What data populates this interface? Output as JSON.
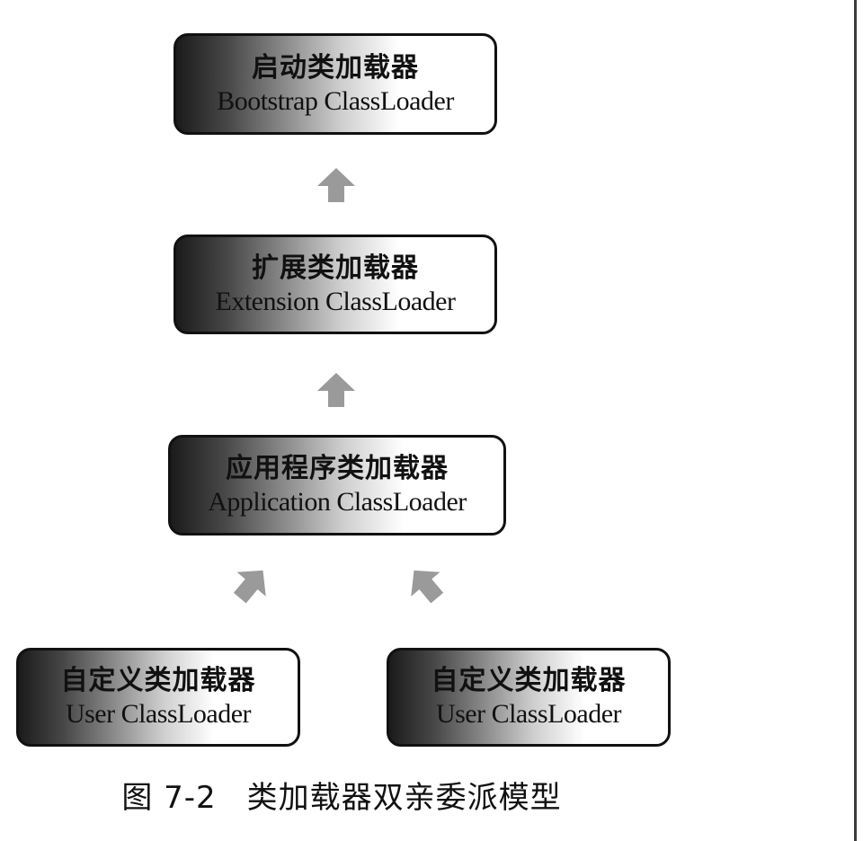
{
  "diagram": {
    "nodes": {
      "bootstrap": {
        "cn": "启动类加载器",
        "en": "Bootstrap ClassLoader"
      },
      "extension": {
        "cn": "扩展类加载器",
        "en": "Extension ClassLoader"
      },
      "application": {
        "cn": "应用程序类加载器",
        "en": "Application ClassLoader"
      },
      "user1": {
        "cn": "自定义类加载器",
        "en": "User ClassLoader"
      },
      "user2": {
        "cn": "自定义类加载器",
        "en": "User ClassLoader"
      }
    },
    "edges": [
      {
        "from": "extension",
        "to": "bootstrap"
      },
      {
        "from": "application",
        "to": "extension"
      },
      {
        "from": "user1",
        "to": "application"
      },
      {
        "from": "user2",
        "to": "application"
      }
    ]
  },
  "caption": {
    "number": "图 7-2",
    "text": "类加载器双亲委派模型"
  },
  "colors": {
    "arrow": "#9a9a9a",
    "border": "#111111"
  }
}
